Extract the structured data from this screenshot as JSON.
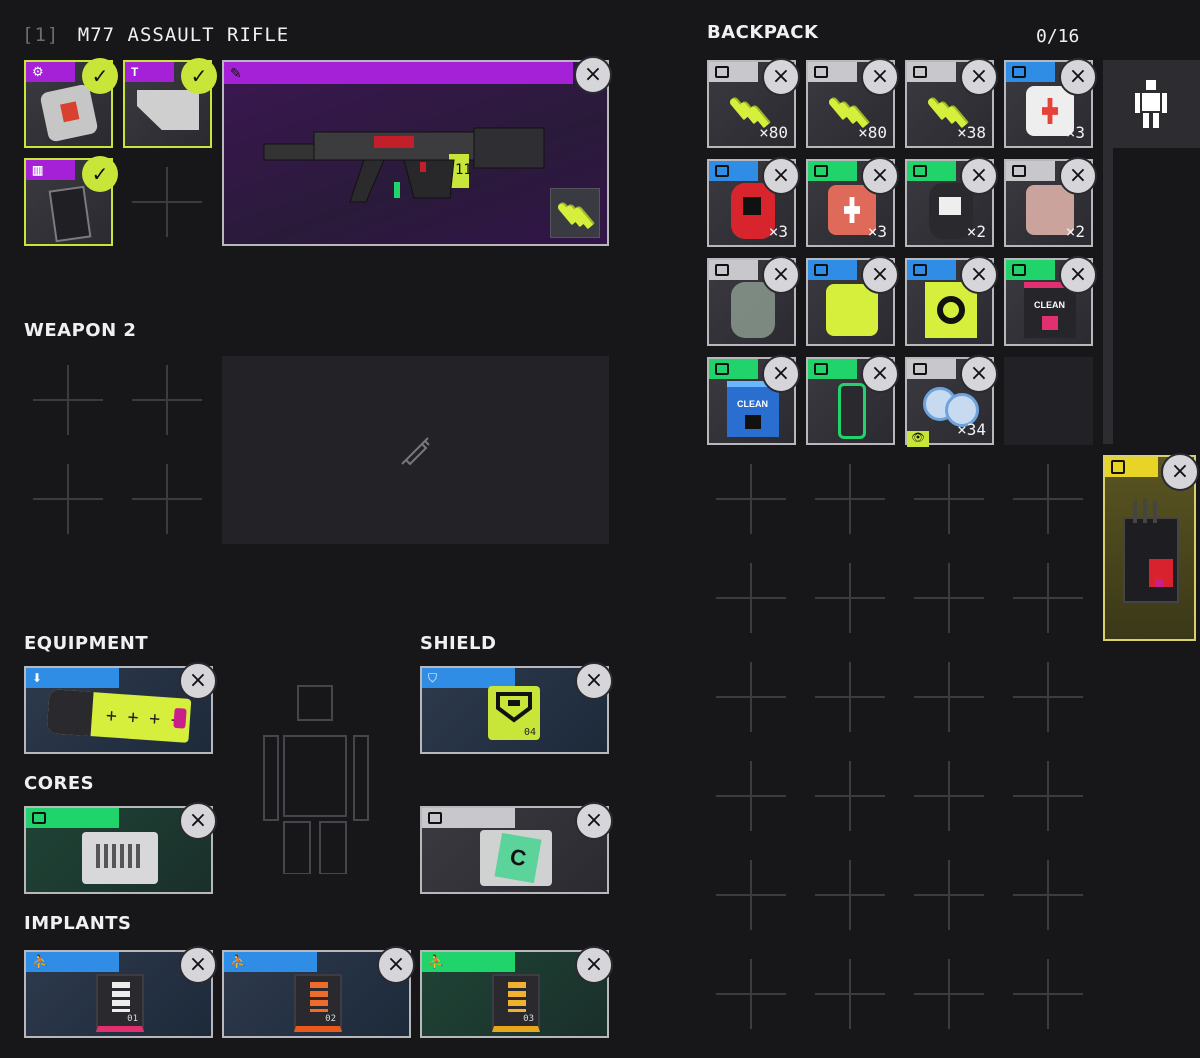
{
  "weapon1": {
    "index": "[1]",
    "name": "M77 ASSAULT RIFLE",
    "mag_label": "11"
  },
  "weapon2": {
    "title": "WEAPON 2"
  },
  "backpack": {
    "title": "BACKPACK",
    "capacity": "0/16",
    "items": [
      {
        "name": "ammo-light",
        "qty": "×80",
        "tag_color": "#c8c8cc"
      },
      {
        "name": "ammo-light",
        "qty": "×80",
        "tag_color": "#c8c8cc"
      },
      {
        "name": "ammo-light",
        "qty": "×38",
        "tag_color": "#c8c8cc"
      },
      {
        "name": "medkit-white",
        "qty": "×3",
        "tag_color": "#2f8de6"
      },
      {
        "name": "canister-red",
        "qty": "×3",
        "tag_color": "#2f8de6"
      },
      {
        "name": "medkit-red",
        "qty": "×3",
        "tag_color": "#21d36b"
      },
      {
        "name": "canister-black",
        "qty": "×2",
        "tag_color": "#21d36b"
      },
      {
        "name": "medkit-pink",
        "qty": "×2",
        "tag_color": "#c8c8cc"
      },
      {
        "name": "pouch-clear",
        "qty": "",
        "tag_color": "#c8c8cc"
      },
      {
        "name": "medkit-yellow",
        "qty": "",
        "tag_color": "#2f8de6"
      },
      {
        "name": "pack-yellow",
        "qty": "",
        "tag_color": "#2f8de6"
      },
      {
        "name": "pack-clean-pink",
        "qty": "",
        "tag_color": "#21d36b",
        "text": "CLEAN"
      },
      {
        "name": "pack-clean-blue",
        "qty": "",
        "tag_color": "#21d36b",
        "text": "CLEAN"
      },
      {
        "name": "vial-green",
        "qty": "",
        "tag_color": "#21d36b"
      },
      {
        "name": "coins",
        "qty": "×34",
        "tag_color": "#c8c8cc"
      }
    ]
  },
  "equipment": {
    "title": "EQUIPMENT"
  },
  "shield": {
    "title": "SHIELD",
    "code": "04"
  },
  "cores": {
    "title": "CORES",
    "core_letter": "C"
  },
  "implants": {
    "title": "IMPLANTS",
    "items": [
      {
        "code": "01",
        "tag": "blue"
      },
      {
        "code": "02",
        "tag": "blue"
      },
      {
        "code": "03",
        "tag": "green"
      }
    ]
  },
  "colors": {
    "background": "#17171a",
    "lime": "#c8e639",
    "purple": "#a521d8",
    "blue": "#2f8de6",
    "green": "#21d36b",
    "yellow": "#e8d427"
  },
  "icons": {
    "close": "×",
    "check": "✓",
    "weapon_slot": "syringe-icon",
    "mannequin": "mannequin-icon"
  }
}
